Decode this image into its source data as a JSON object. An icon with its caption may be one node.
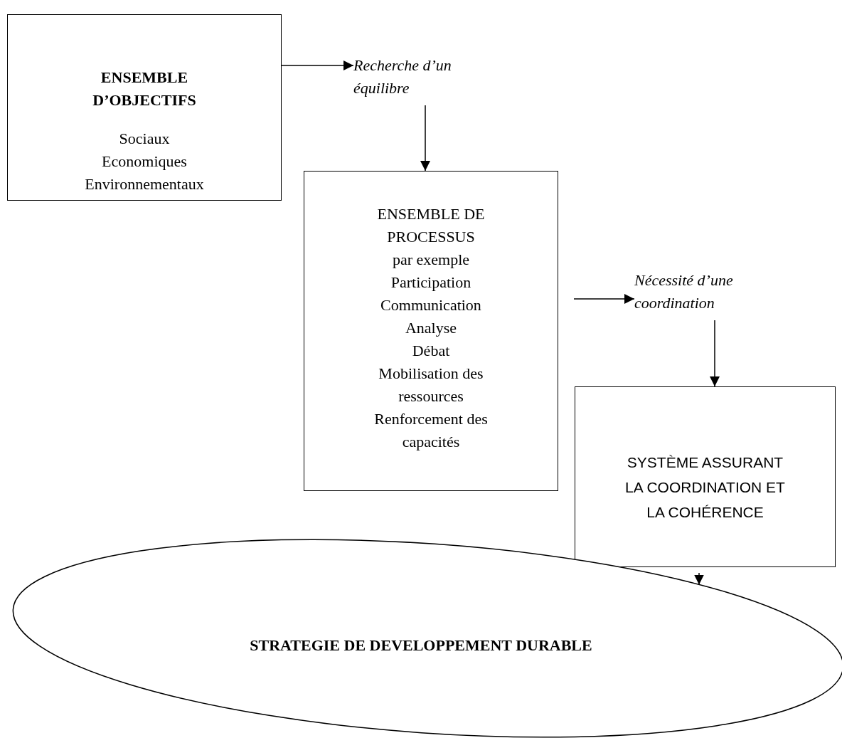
{
  "diagram": {
    "nodes": [
      {
        "text": [
          "ENSEMBLE D’OBJECTIFS",
          "Sociaux",
          "Economiques",
          "Environnementaux"
        ]
      },
      {
        "text": [
          "Recherche d’un équilibre"
        ]
      },
      {
        "text": [
          "ENSEMBLE DE PROCESSUS",
          "par exemple",
          "Participation",
          "Communication",
          "Analyse",
          "Débat",
          "Mobilisation des ressources",
          "Renforcement des capacités"
        ]
      },
      {
        "text": [
          "Nécessité d’une coordination"
        ]
      },
      {
        "text": [
          "SYSTÈME ASSURANT LA COORDINATION ET LA COHÉRENCE"
        ]
      },
      {
        "text": [
          "STRATEGIE DE DEVELOPPEMENT DURABLE"
        ]
      }
    ],
    "edges": [
      {
        "from": 0,
        "to": 1,
        "arrow": "to"
      },
      {
        "from": 1,
        "to": 2,
        "arrow": "to"
      },
      {
        "from": 2,
        "to": 3,
        "arrow": "to"
      },
      {
        "from": 3,
        "to": 4,
        "arrow": "to"
      },
      {
        "from": 4,
        "to": 5,
        "arrow": "to"
      }
    ]
  }
}
